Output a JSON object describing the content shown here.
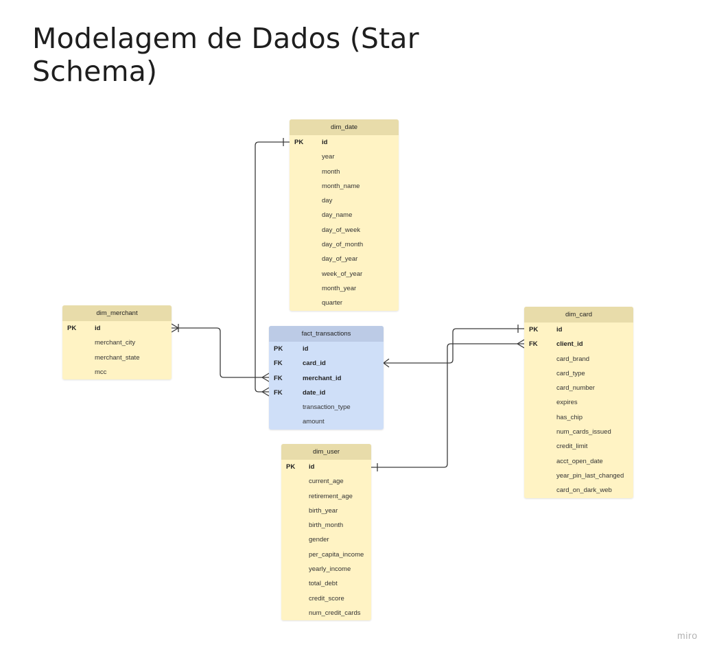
{
  "title": "Modelagem de Dados (Star Schema)",
  "watermark": "miro",
  "colors": {
    "dim_header": "#e8dcaa",
    "dim_body": "#fff3c4",
    "fact_header": "#bccbe6",
    "fact_body": "#cfdff8",
    "connector": "#3a3a3a"
  },
  "tables": {
    "dim_date": {
      "name": "dim_date",
      "rows": [
        {
          "key": "PK",
          "field": "id"
        },
        {
          "key": "",
          "field": "year"
        },
        {
          "key": "",
          "field": "month"
        },
        {
          "key": "",
          "field": "month_name"
        },
        {
          "key": "",
          "field": "day"
        },
        {
          "key": "",
          "field": "day_name"
        },
        {
          "key": "",
          "field": "day_of_week"
        },
        {
          "key": "",
          "field": "day_of_month"
        },
        {
          "key": "",
          "field": "day_of_year"
        },
        {
          "key": "",
          "field": "week_of_year"
        },
        {
          "key": "",
          "field": "month_year"
        },
        {
          "key": "",
          "field": "quarter"
        }
      ]
    },
    "dim_merchant": {
      "name": "dim_merchant",
      "rows": [
        {
          "key": "PK",
          "field": "id"
        },
        {
          "key": "",
          "field": "merchant_city"
        },
        {
          "key": "",
          "field": "merchant_state"
        },
        {
          "key": "",
          "field": "mcc"
        }
      ]
    },
    "fact_transactions": {
      "name": "fact_transactions",
      "rows": [
        {
          "key": "PK",
          "field": "id"
        },
        {
          "key": "FK",
          "field": "card_id"
        },
        {
          "key": "FK",
          "field": "merchant_id"
        },
        {
          "key": "FK",
          "field": "date_id"
        },
        {
          "key": "",
          "field": "transaction_type"
        },
        {
          "key": "",
          "field": "amount"
        }
      ]
    },
    "dim_card": {
      "name": "dim_card",
      "rows": [
        {
          "key": "PK",
          "field": "id"
        },
        {
          "key": "FK",
          "field": "client_id"
        },
        {
          "key": "",
          "field": "card_brand"
        },
        {
          "key": "",
          "field": "card_type"
        },
        {
          "key": "",
          "field": "card_number"
        },
        {
          "key": "",
          "field": "expires"
        },
        {
          "key": "",
          "field": "has_chip"
        },
        {
          "key": "",
          "field": "num_cards_issued"
        },
        {
          "key": "",
          "field": "credit_limit"
        },
        {
          "key": "",
          "field": "acct_open_date"
        },
        {
          "key": "",
          "field": "year_pin_last_changed"
        },
        {
          "key": "",
          "field": "card_on_dark_web"
        }
      ]
    },
    "dim_user": {
      "name": "dim_user",
      "rows": [
        {
          "key": "PK",
          "field": "id"
        },
        {
          "key": "",
          "field": "current_age"
        },
        {
          "key": "",
          "field": "retirement_age"
        },
        {
          "key": "",
          "field": "birth_year"
        },
        {
          "key": "",
          "field": "birth_month"
        },
        {
          "key": "",
          "field": "gender"
        },
        {
          "key": "",
          "field": "per_capita_income"
        },
        {
          "key": "",
          "field": "yearly_income"
        },
        {
          "key": "",
          "field": "total_debt"
        },
        {
          "key": "",
          "field": "credit_score"
        },
        {
          "key": "",
          "field": "num_credit_cards"
        }
      ]
    }
  }
}
